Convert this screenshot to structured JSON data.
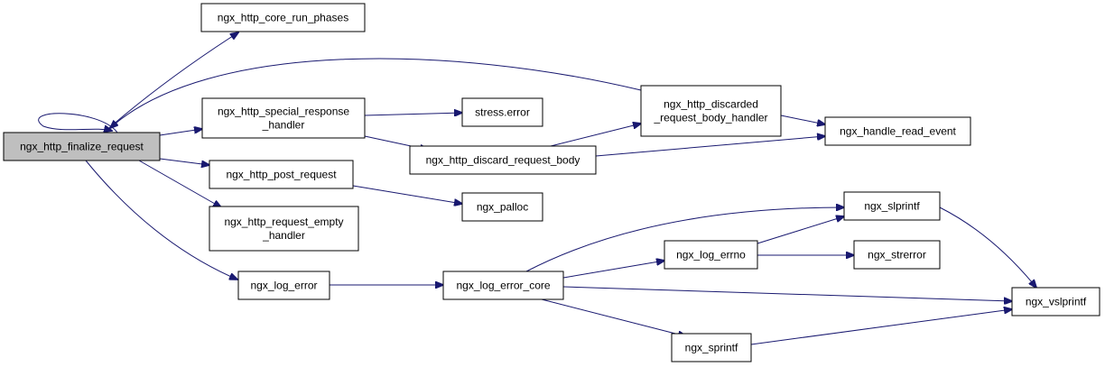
{
  "graph": {
    "root": "ngx_http_finalize_request",
    "colors": {
      "edge": "#191970",
      "root_fill": "#bfbfbf",
      "node_fill": "#ffffff",
      "node_border": "#000000"
    },
    "nodes": [
      {
        "id": "finalize",
        "lines": [
          "ngx_http_finalize_request"
        ],
        "root": true
      },
      {
        "id": "run_phases",
        "lines": [
          "ngx_http_core_run_phases"
        ]
      },
      {
        "id": "special_response",
        "lines": [
          "ngx_http_special_response",
          "_handler"
        ]
      },
      {
        "id": "post_request",
        "lines": [
          "ngx_http_post_request"
        ]
      },
      {
        "id": "request_empty",
        "lines": [
          "ngx_http_request_empty",
          "_handler"
        ]
      },
      {
        "id": "log_error",
        "lines": [
          "ngx_log_error"
        ]
      },
      {
        "id": "stress_error",
        "lines": [
          "stress.error"
        ]
      },
      {
        "id": "discard_body",
        "lines": [
          "ngx_http_discard_request_body"
        ]
      },
      {
        "id": "discarded_handler",
        "lines": [
          "ngx_http_discarded",
          "_request_body_handler"
        ]
      },
      {
        "id": "read_event",
        "lines": [
          "ngx_handle_read_event"
        ]
      },
      {
        "id": "palloc",
        "lines": [
          "ngx_palloc"
        ]
      },
      {
        "id": "log_error_core",
        "lines": [
          "ngx_log_error_core"
        ]
      },
      {
        "id": "log_errno",
        "lines": [
          "ngx_log_errno"
        ]
      },
      {
        "id": "slprintf",
        "lines": [
          "ngx_slprintf"
        ]
      },
      {
        "id": "strerror",
        "lines": [
          "ngx_strerror"
        ]
      },
      {
        "id": "sprintf",
        "lines": [
          "ngx_sprintf"
        ]
      },
      {
        "id": "vslprintf",
        "lines": [
          "ngx_vslprintf"
        ]
      }
    ],
    "edges": [
      {
        "from": "finalize",
        "to": "finalize"
      },
      {
        "from": "finalize",
        "to": "run_phases"
      },
      {
        "from": "finalize",
        "to": "special_response"
      },
      {
        "from": "finalize",
        "to": "post_request"
      },
      {
        "from": "finalize",
        "to": "request_empty"
      },
      {
        "from": "finalize",
        "to": "log_error"
      },
      {
        "from": "discarded_handler",
        "to": "finalize"
      },
      {
        "from": "special_response",
        "to": "stress_error"
      },
      {
        "from": "special_response",
        "to": "discard_body"
      },
      {
        "from": "discard_body",
        "to": "discarded_handler"
      },
      {
        "from": "discard_body",
        "to": "read_event"
      },
      {
        "from": "discarded_handler",
        "to": "read_event"
      },
      {
        "from": "post_request",
        "to": "palloc"
      },
      {
        "from": "log_error",
        "to": "log_error_core"
      },
      {
        "from": "log_error_core",
        "to": "slprintf"
      },
      {
        "from": "log_error_core",
        "to": "log_errno"
      },
      {
        "from": "log_error_core",
        "to": "vslprintf"
      },
      {
        "from": "log_error_core",
        "to": "sprintf"
      },
      {
        "from": "log_errno",
        "to": "slprintf"
      },
      {
        "from": "log_errno",
        "to": "strerror"
      },
      {
        "from": "slprintf",
        "to": "vslprintf"
      },
      {
        "from": "sprintf",
        "to": "vslprintf"
      }
    ]
  }
}
